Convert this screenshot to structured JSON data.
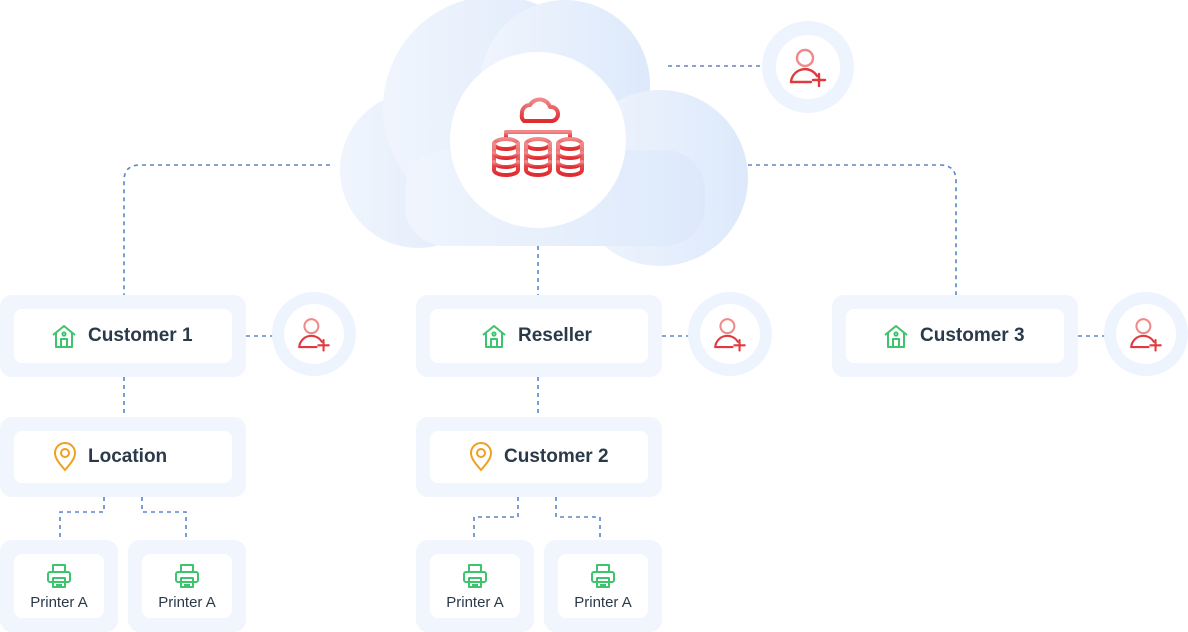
{
  "diagram": {
    "top_user_icon": "user-plus-icon",
    "hub_icon": "cloud-database-icon",
    "nodes": {
      "customer1": {
        "label": "Customer 1",
        "icon": "house-icon"
      },
      "reseller": {
        "label": "Reseller",
        "icon": "house-icon"
      },
      "customer3": {
        "label": "Customer 3",
        "icon": "house-icon"
      },
      "location": {
        "label": "Location",
        "icon": "map-pin-icon"
      },
      "customer2": {
        "label": "Customer 2",
        "icon": "map-pin-icon"
      }
    },
    "printers": [
      {
        "label": "Printer A"
      },
      {
        "label": "Printer A"
      },
      {
        "label": "Printer A"
      },
      {
        "label": "Printer A"
      }
    ]
  },
  "colors": {
    "connector": "#5a86c6",
    "house_green": "#3ec46d",
    "pin_orange": "#f0a020",
    "user_red": "#e03a3e",
    "db_red": "#e53935",
    "cloud_light": "#eef3fc",
    "node_bg": "#f1f5fd"
  }
}
